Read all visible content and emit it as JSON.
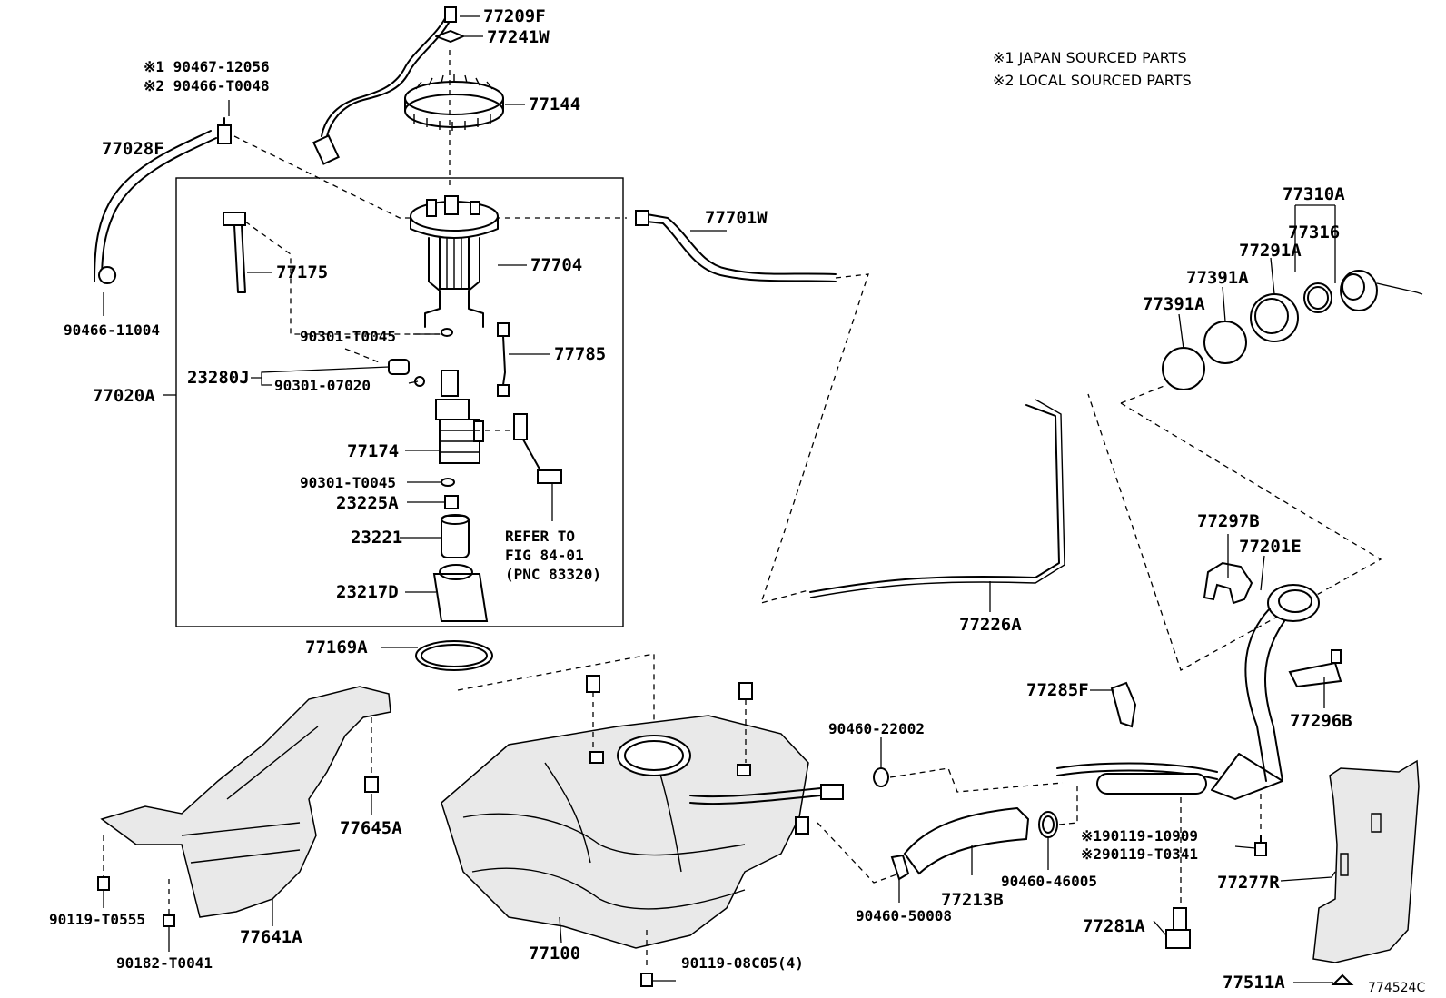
{
  "legend": {
    "line1": "※1 JAPAN SOURCED PARTS",
    "line2": "※2 LOCAL SOURCED PARTS"
  },
  "figure_code": "774524C",
  "refer_note": {
    "line1": "REFER TO",
    "line2": "FIG 84-01",
    "line3": "(PNC 83320)"
  },
  "labels": {
    "p77209F": "77209F",
    "p77241W": "77241W",
    "p90467_12056": "※1 90467-12056",
    "p90466_T0048": "※2 90466-T0048",
    "p77144": "77144",
    "p77028F": "77028F",
    "p77701W": "77701W",
    "p77704": "77704",
    "p77175": "77175",
    "p90466_11004": "90466-11004",
    "p90301_T0045a": "90301-T0045",
    "p77785": "77785",
    "p23280J": "23280J",
    "p90301_07020": "90301-07020",
    "p77020A": "77020A",
    "p77174": "77174",
    "p90301_T0045b": "90301-T0045",
    "p23225A": "23225A",
    "p23221": "23221",
    "p23217D": "23217D",
    "p77169A": "77169A",
    "p77310A": "77310A",
    "p77316": "77316",
    "p77291A": "77291A",
    "p77391A_a": "77391A",
    "p77391A_b": "77391A",
    "p77297B": "77297B",
    "p77201E": "77201E",
    "p77226A": "77226A",
    "p77285F": "77285F",
    "p77296B": "77296B",
    "p90460_22002": "90460-22002",
    "p77645A": "77645A",
    "p90119_10909": "※190119-10909",
    "p90119_T0341": "※290119-T0341",
    "p77277R": "77277R",
    "p90460_46005": "90460-46005",
    "p77213B": "77213B",
    "p90460_50008": "90460-50008",
    "p77281A": "77281A",
    "p90119_T0555": "90119-T0555",
    "p77641A": "77641A",
    "p77100": "77100",
    "p90182_T0041": "90182-T0041",
    "p90119_08C05": "90119-08C05(4)",
    "p77511A": "77511A"
  }
}
